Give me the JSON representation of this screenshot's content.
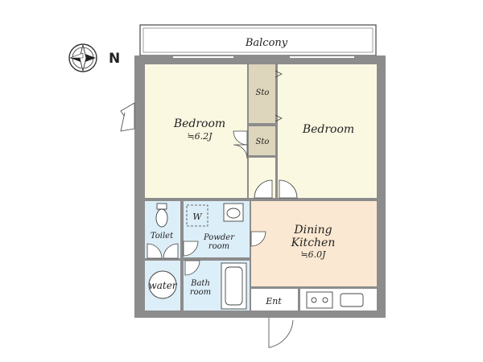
{
  "compass": {
    "label": "N",
    "icon": "compass-rose-icon"
  },
  "rooms": {
    "balcony": "Balcony",
    "bedroom1": {
      "name": "Bedroom",
      "area": "≒6.2J"
    },
    "bedroom2": {
      "name": "Bedroom"
    },
    "storage_upper": "Sto",
    "storage_lower": "Sto",
    "toilet": "Toilet",
    "washer": "W",
    "powder_line1": "Powder",
    "powder_line2": "room",
    "water": "water",
    "bath_line1": "Bath",
    "bath_line2": "room",
    "dining_line1": "Dining",
    "dining_line2": "Kitchen",
    "dining_area": "≒6.0J",
    "entrance": "Ent"
  },
  "colors": {
    "wall": "#8c8c8c",
    "bedroom_floor": "#fbf8e2",
    "dining_floor": "#fbe8d2",
    "wet_floor": "#dceef8",
    "storage_floor": "#ddd6bc",
    "outline": "#444444"
  }
}
